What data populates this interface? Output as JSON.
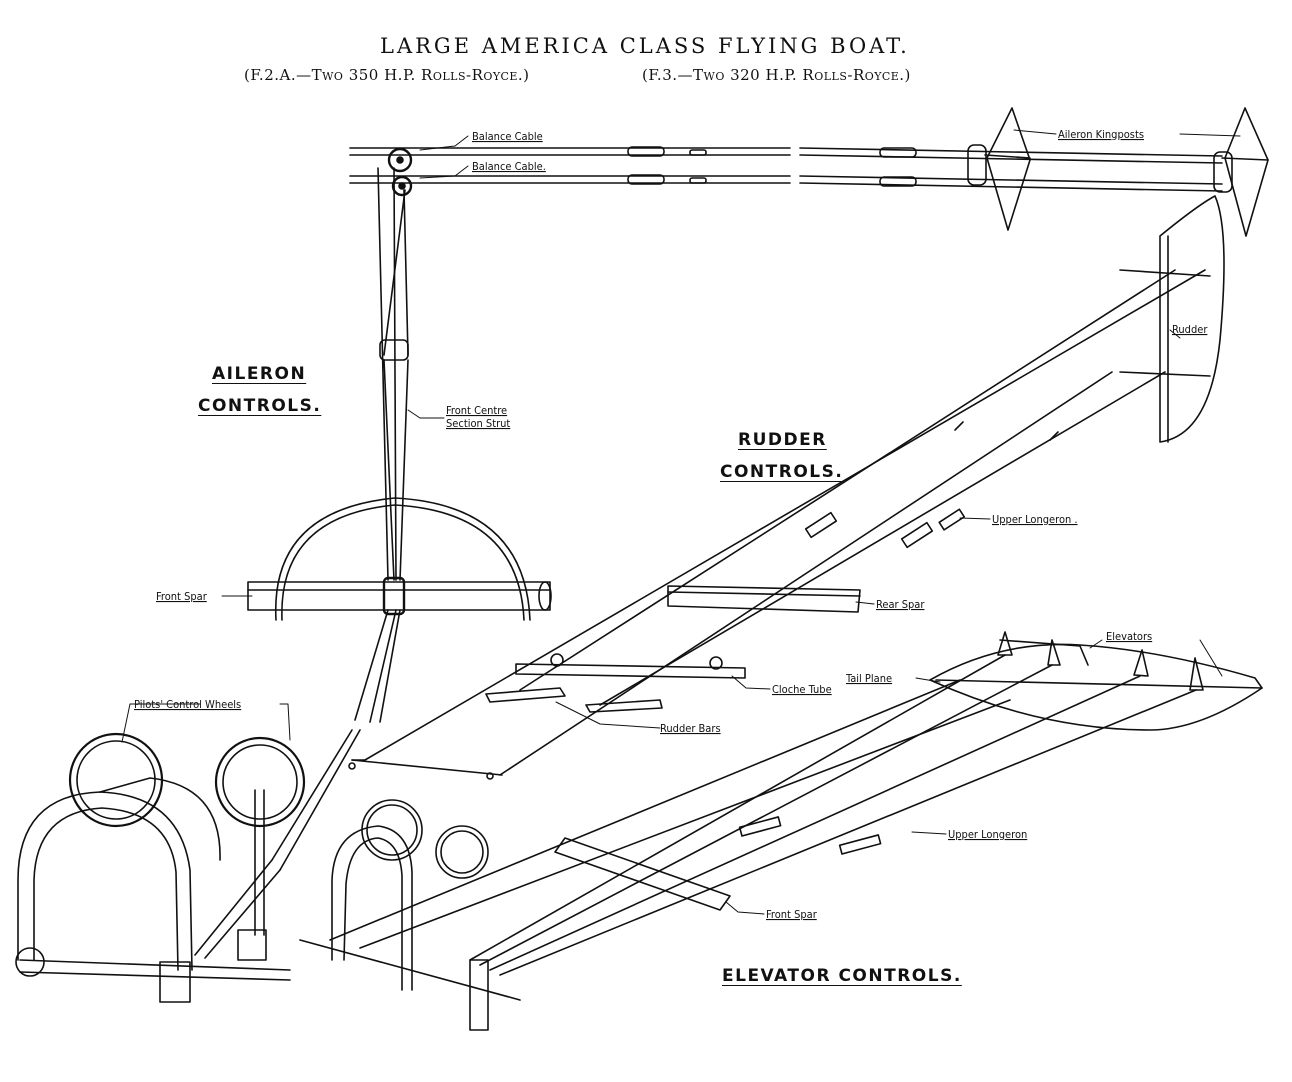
{
  "title": "LARGE AMERICA CLASS FLYING BOAT.",
  "subtitle_left": "(F.2.A.—Two 350 H.P. Rolls-Royce.)",
  "subtitle_right": "(F.3.—Two 320 H.P. Rolls-Royce.)",
  "sections": {
    "aileron": {
      "line1": "AILERON",
      "line2": "CONTROLS."
    },
    "rudder": {
      "line1": "RUDDER",
      "line2": "CONTROLS."
    },
    "elevator": {
      "line1": "ELEVATOR CONTROLS."
    }
  },
  "labels": {
    "balance_cable_1": "Balance Cable",
    "balance_cable_2": "Balance Cable.",
    "aileron_kingposts": "Aileron Kingposts",
    "rudder": "Rudder",
    "front_centre_1": "Front Centre",
    "front_centre_2": "Section Strut",
    "upper_longeron_1": "Upper Longeron .",
    "front_spar_1": "Front Spar",
    "rear_spar": "Rear Spar",
    "elevators": "Elevators",
    "tail_plane": "Tail Plane",
    "cloche_tube": "Cloche Tube",
    "rudder_bars": "Rudder Bars",
    "pilots_control_wheels": "Pilots' Control Wheels",
    "upper_longeron_2": "Upper Longeron",
    "front_spar_2": "Front Spar"
  }
}
